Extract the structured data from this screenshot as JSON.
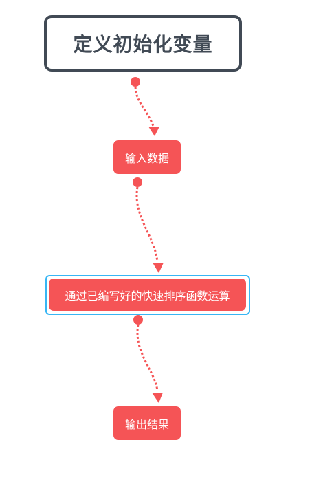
{
  "diagram": {
    "root": {
      "label": "定义初始化变量"
    },
    "steps": [
      {
        "id": "input",
        "label": "输入数据"
      },
      {
        "id": "sort",
        "label": "通过已编写好的快速排序函数运算",
        "selected": true
      },
      {
        "id": "output",
        "label": "输出结果"
      }
    ],
    "edges": [
      {
        "from": "root",
        "to": "input",
        "style": "dotted-arrow"
      },
      {
        "from": "input",
        "to": "sort",
        "style": "dotted-arrow"
      },
      {
        "from": "sort",
        "to": "output",
        "style": "dotted-arrow"
      }
    ],
    "colors": {
      "root_border": "#414a55",
      "root_text": "#414a55",
      "node_fill": "#f55456",
      "node_text": "#ffffff",
      "connector": "#f55456",
      "selection": "#38b6f4"
    }
  }
}
